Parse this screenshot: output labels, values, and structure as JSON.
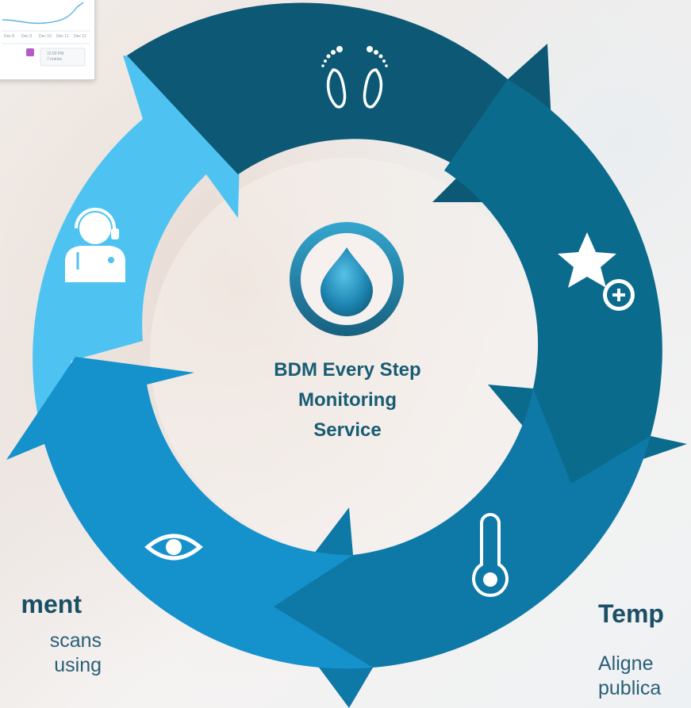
{
  "center": {
    "lines": [
      "BDM Every Step",
      "Monitoring",
      "Service"
    ]
  },
  "left_panel": {
    "title": "ment",
    "body_lines": [
      "scans",
      "using"
    ]
  },
  "right_panel": {
    "title": "Temp",
    "body_lines": [
      "Aligne",
      "publica"
    ]
  },
  "thumbnail": {
    "axis_labels": [
      "Dec 8",
      "Dec 9",
      "Dec 10",
      "Dec 11",
      "Dec 12"
    ],
    "footer_text": [
      "12:00 PM",
      "7 entries"
    ]
  },
  "segments": [
    {
      "name": "footprints",
      "icon": "footprints-icon",
      "color": "#0d5975"
    },
    {
      "name": "star-plus",
      "icon": "star-plus-icon",
      "color": "#0b6b8d"
    },
    {
      "name": "temperature",
      "icon": "thermometer-icon",
      "color": "#0e78a6"
    },
    {
      "name": "eye",
      "icon": "eye-icon",
      "color": "#1591cc"
    },
    {
      "name": "clinician",
      "icon": "clinician-icon",
      "color": "#4ec3f2"
    }
  ],
  "colors": {
    "center_text": "#185c73",
    "title_text": "#1b4f66",
    "body_text": "#2a5f78",
    "drop_dark": "#1f6f88",
    "drop_light": "#3aaad2"
  }
}
